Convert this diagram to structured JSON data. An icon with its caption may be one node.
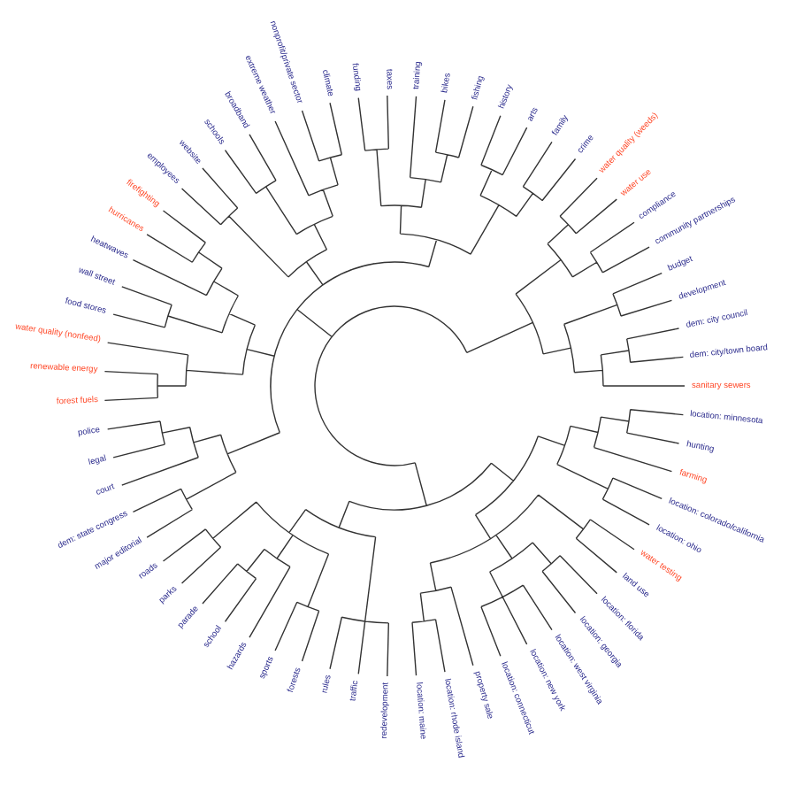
{
  "diagram": {
    "labels": [
      "sanitary sewers",
      "location: minnesota",
      "hunting",
      "farming",
      "location: colorado/california",
      "location: ohio",
      "water testing",
      "land use",
      "location: florida",
      "location: georgia",
      "location: west virginia",
      "location: new york",
      "location: connecticut",
      "property sale",
      "location: rhode island",
      "location: maine",
      "redevelopment",
      "traffic",
      "rules",
      "forests",
      "sports",
      "hazards",
      "school",
      "parade",
      "parks",
      "roads",
      "major editorial",
      "dem: state congress",
      "court",
      "legal",
      "police",
      "forest fuels",
      "renewable energy",
      "water quality (nonfeed)",
      "food stores",
      "wall street",
      "heatwaves",
      "hurricanes",
      "firefighting",
      "employees",
      "website",
      "schools",
      "broadband",
      "extreme weather",
      "nonprofit/private sector",
      "climate",
      "funding",
      "taxes",
      "training",
      "bikes",
      "fishing",
      "history",
      "arts",
      "family",
      "crime",
      "water quality (weeds)",
      "water use",
      "compliance",
      "community partnerships",
      "budget",
      "development",
      "dem: city council",
      "dem: city/town board"
    ]
  }
}
